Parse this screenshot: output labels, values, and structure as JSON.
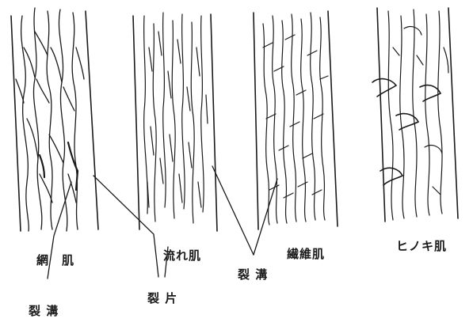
{
  "labels": {
    "mesh_bark": "網　肌",
    "crack_groove_left": "裂 溝",
    "flow_bark": "流れ肌",
    "crack_piece": "裂 片",
    "crack_groove_center": "裂 溝",
    "fiber_bark": "繊維肌",
    "hinoki_bark": "ヒノキ肌"
  },
  "panels": [
    {
      "name": "mesh-bark",
      "pattern": "mesh"
    },
    {
      "name": "flow-bark",
      "pattern": "flow"
    },
    {
      "name": "fiber-bark",
      "pattern": "fiber"
    },
    {
      "name": "hinoki-bark",
      "pattern": "hinoki"
    }
  ]
}
